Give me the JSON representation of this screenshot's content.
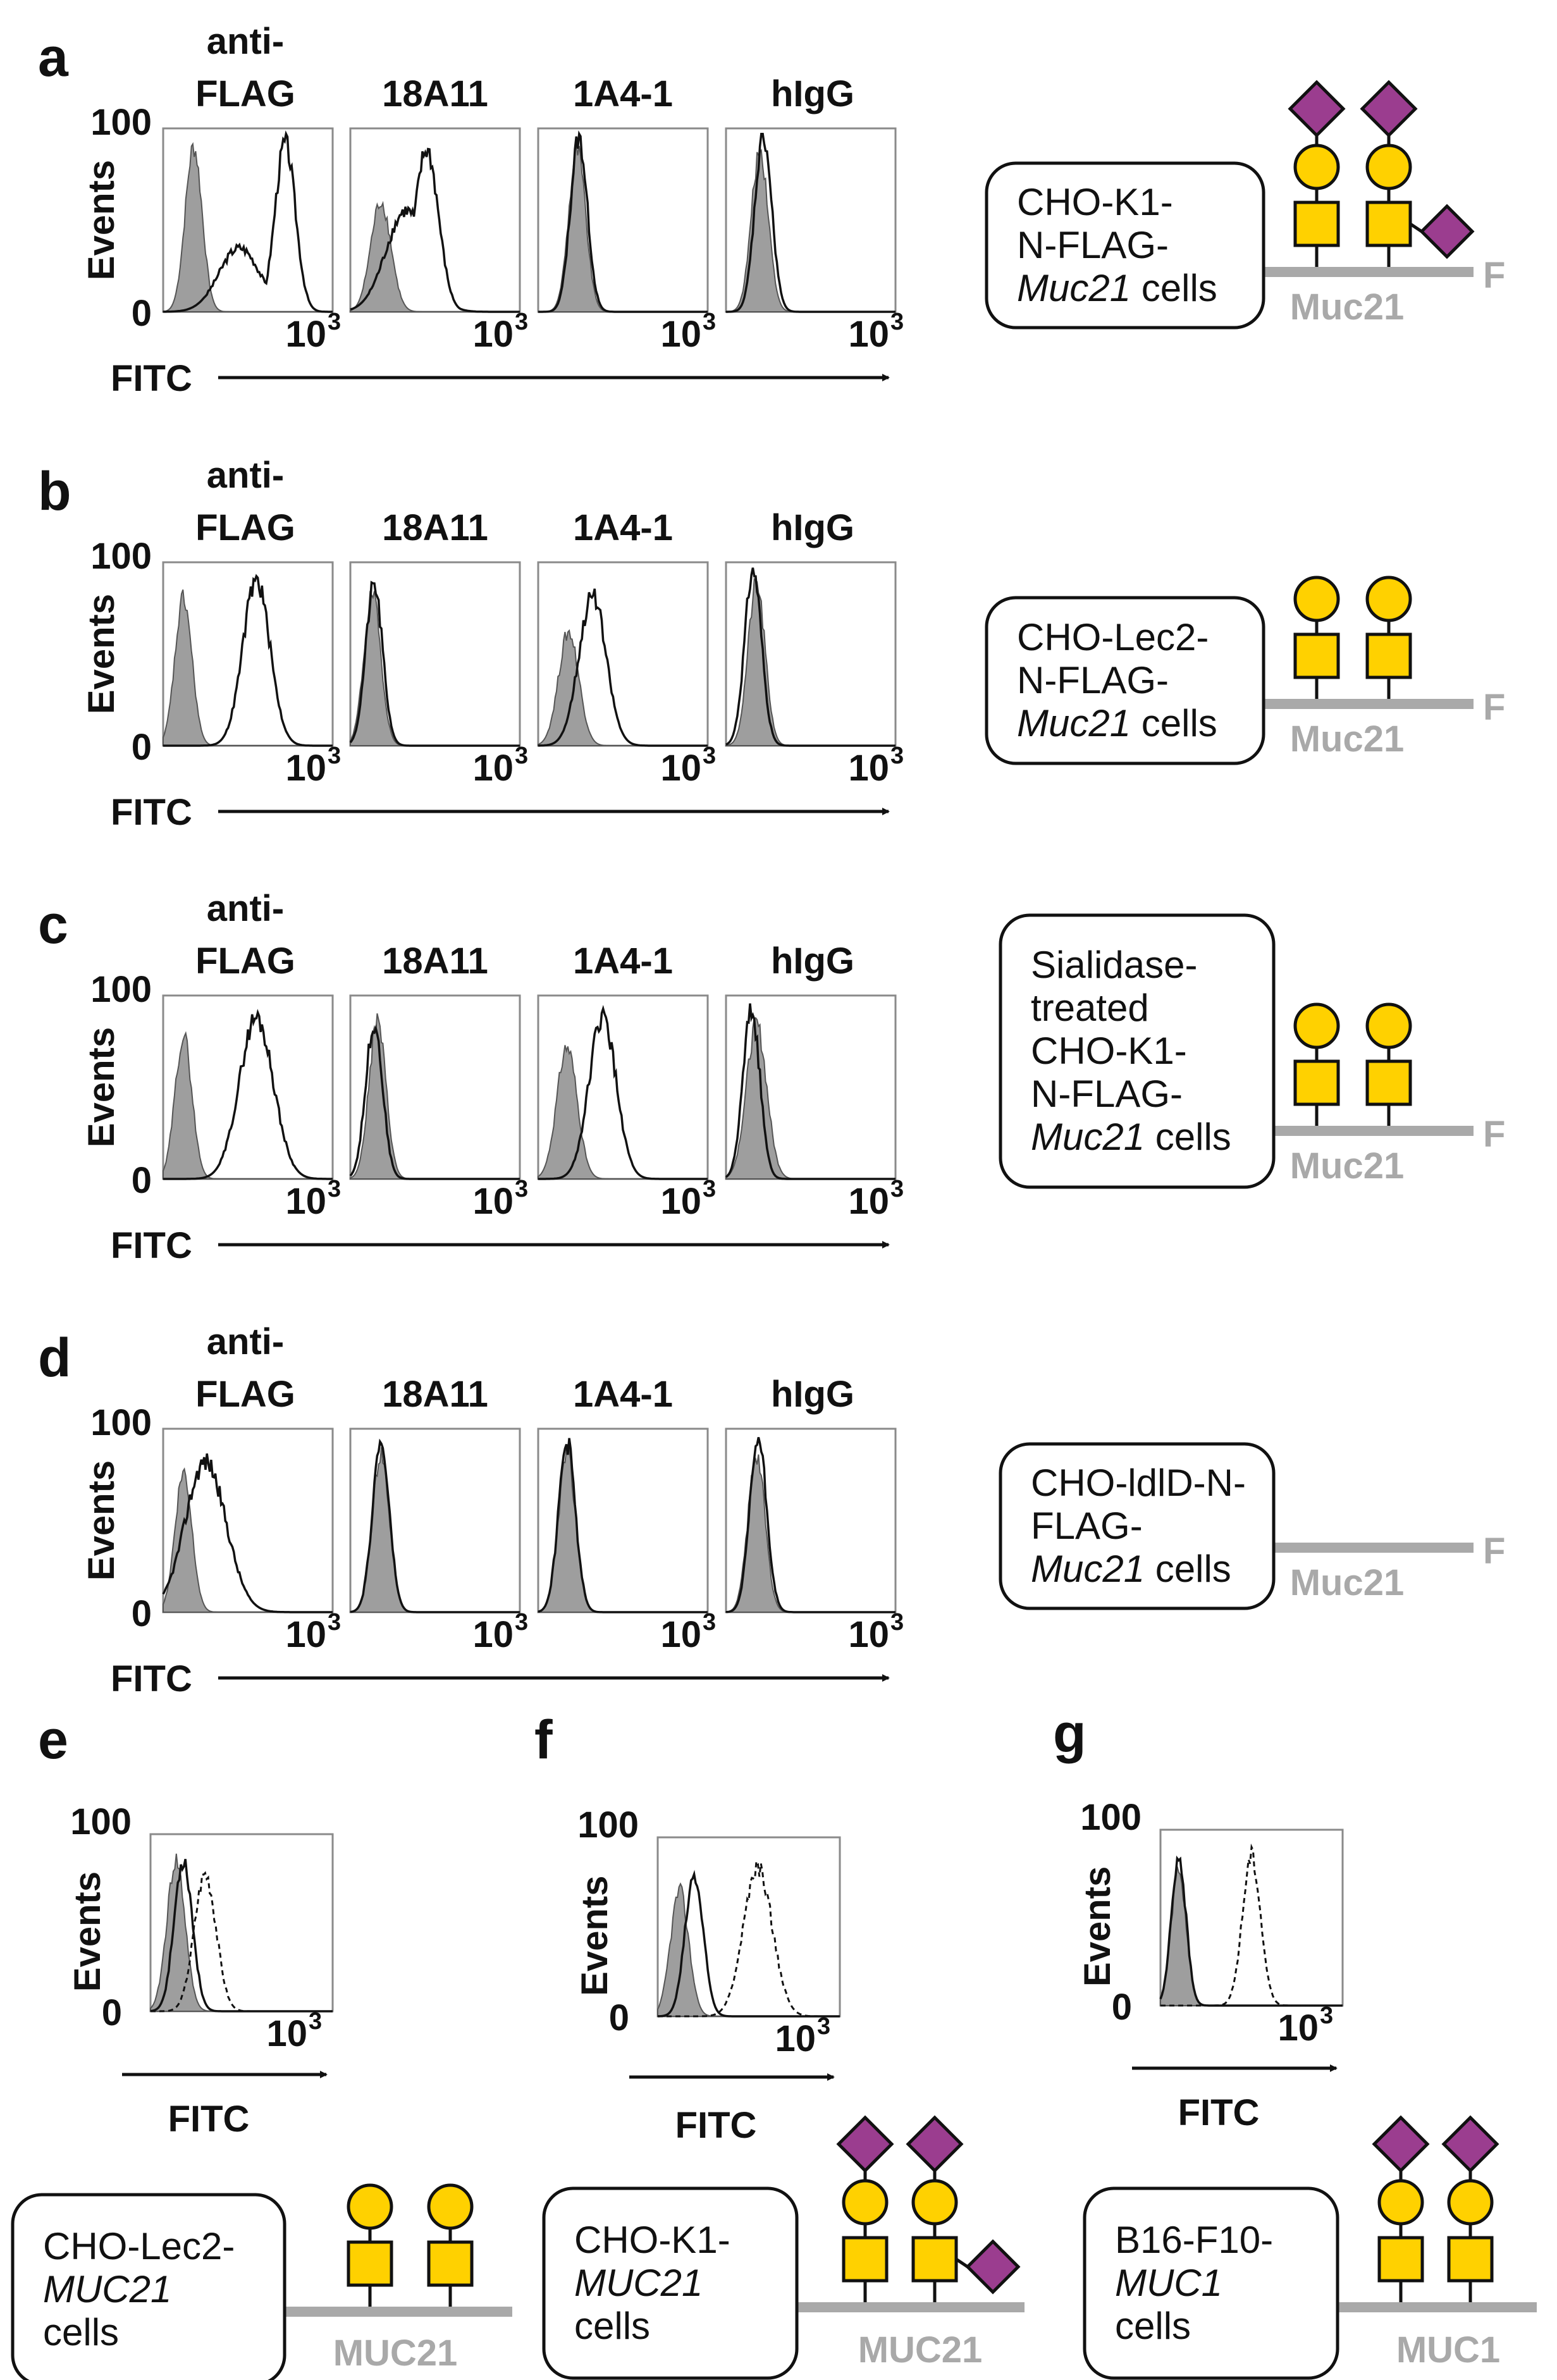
{
  "rows": [
    {
      "letter": "a",
      "antibodies": [
        {
          "line1": "anti-",
          "line2": "FLAG"
        },
        {
          "line1": "",
          "line2": "18A11"
        },
        {
          "line1": "",
          "line2": "1A4-1"
        },
        {
          "line1": "",
          "line2": "hIgG"
        }
      ],
      "y_label": "Events",
      "y_max": "100",
      "y_min": "0",
      "x_tick": "10",
      "x_tick_exp": "3",
      "x_label": "FITC",
      "cell_lines": [
        "CHO-K1-",
        "N-FLAG-",
        "Muc21 cells"
      ],
      "protein": "Muc21",
      "terminal": "F",
      "glycan": "sialyl-T"
    },
    {
      "letter": "b",
      "antibodies": [
        {
          "line1": "anti-",
          "line2": "FLAG"
        },
        {
          "line1": "",
          "line2": "18A11"
        },
        {
          "line1": "",
          "line2": "1A4-1"
        },
        {
          "line1": "",
          "line2": "hIgG"
        }
      ],
      "y_label": "Events",
      "y_max": "100",
      "y_min": "0",
      "x_tick": "10",
      "x_tick_exp": "3",
      "x_label": "FITC",
      "cell_lines": [
        "CHO-Lec2-",
        "N-FLAG-",
        "Muc21 cells"
      ],
      "protein": "Muc21",
      "terminal": "F",
      "glycan": "T"
    },
    {
      "letter": "c",
      "antibodies": [
        {
          "line1": "anti-",
          "line2": "FLAG"
        },
        {
          "line1": "",
          "line2": "18A11"
        },
        {
          "line1": "",
          "line2": "1A4-1"
        },
        {
          "line1": "",
          "line2": "hIgG"
        }
      ],
      "y_label": "Events",
      "y_max": "100",
      "y_min": "0",
      "x_tick": "10",
      "x_tick_exp": "3",
      "x_label": "FITC",
      "cell_lines": [
        "Sialidase-",
        "treated",
        "CHO-K1-",
        "N-FLAG-",
        "Muc21 cells"
      ],
      "protein": "Muc21",
      "terminal": "F",
      "glycan": "T"
    },
    {
      "letter": "d",
      "antibodies": [
        {
          "line1": "anti-",
          "line2": "FLAG"
        },
        {
          "line1": "",
          "line2": "18A11"
        },
        {
          "line1": "",
          "line2": "1A4-1"
        },
        {
          "line1": "",
          "line2": "hIgG"
        }
      ],
      "y_label": "Events",
      "y_max": "100",
      "y_min": "0",
      "x_tick": "10",
      "x_tick_exp": "3",
      "x_label": "FITC",
      "cell_lines": [
        "CHO-ldlD-N-",
        "FLAG-",
        "Muc21 cells"
      ],
      "protein": "Muc21",
      "terminal": "F",
      "glycan": "none"
    }
  ],
  "bottom_panels": [
    {
      "letter": "e",
      "y_label": "Events",
      "y_max": "100",
      "y_min": "0",
      "x_tick": "10",
      "x_tick_exp": "3",
      "x_label": "FITC",
      "cell_lines": [
        "CHO-Lec2-",
        "MUC21",
        "cells"
      ],
      "protein": "MUC21",
      "glycan": "T"
    },
    {
      "letter": "f",
      "y_label": "Events",
      "y_max": "100",
      "y_min": "0",
      "x_tick": "10",
      "x_tick_exp": "3",
      "x_label": "FITC",
      "cell_lines": [
        "CHO-K1-",
        "MUC21",
        "cells"
      ],
      "protein": "MUC21",
      "glycan": "sialyl-T"
    },
    {
      "letter": "g",
      "y_label": "Events",
      "y_max": "100",
      "y_min": "0",
      "x_tick": "10",
      "x_tick_exp": "3",
      "x_label": "FITC",
      "cell_lines": [
        "B16-F10-",
        "MUC1",
        "cells"
      ],
      "protein": "MUC1",
      "glycan": "disialyl"
    }
  ],
  "colors": {
    "sialic_acid": "#9b3d8f",
    "galactose": "#ffd100",
    "galnac": "#ffd100",
    "backbone": "#a9a9a9",
    "control_fill": "#9e9e9e"
  }
}
